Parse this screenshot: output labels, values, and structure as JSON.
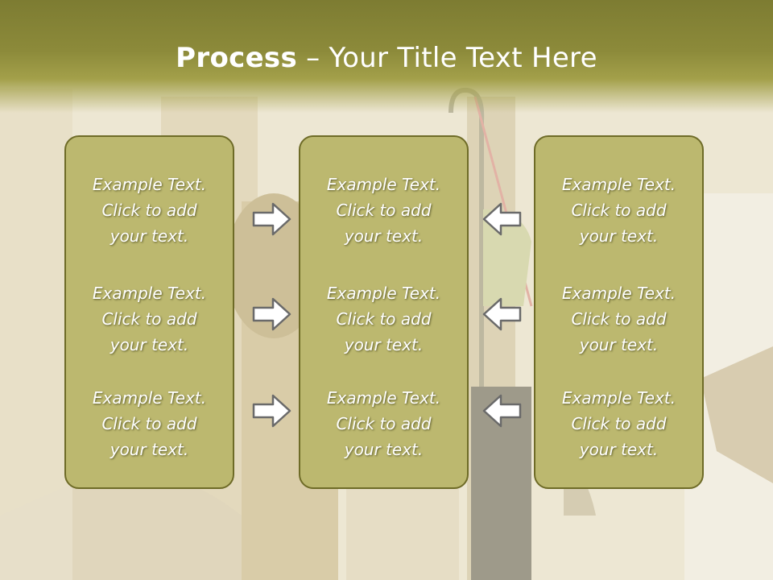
{
  "slide": {
    "title_bold": "Process",
    "title_rest": " – Your Title Text Here"
  },
  "columns": [
    {
      "blocks": [
        {
          "l1": "Example Text.",
          "l2": "Click  to add",
          "l3": "your text."
        },
        {
          "l1": "Example Text.",
          "l2": "Click  to add",
          "l3": "your text."
        },
        {
          "l1": "Example Text.",
          "l2": "Click  to add",
          "l3": "your text."
        }
      ]
    },
    {
      "blocks": [
        {
          "l1": "Example Text.",
          "l2": "Click  to add",
          "l3": "your text."
        },
        {
          "l1": "Example Text.",
          "l2": "Click  to add",
          "l3": "your text."
        },
        {
          "l1": "Example Text.",
          "l2": "Click  to add",
          "l3": "your text."
        }
      ]
    },
    {
      "blocks": [
        {
          "l1": "Example Text.",
          "l2": "Click  to add",
          "l3": "your text."
        },
        {
          "l1": "Example Text.",
          "l2": "Click  to add",
          "l3": "your text."
        },
        {
          "l1": "Example Text.",
          "l2": "Click  to add",
          "l3": "your text."
        }
      ]
    }
  ],
  "colors": {
    "header": "#8c8a3a",
    "box_fill": "#bcb86f",
    "box_border": "#6e6b27"
  }
}
